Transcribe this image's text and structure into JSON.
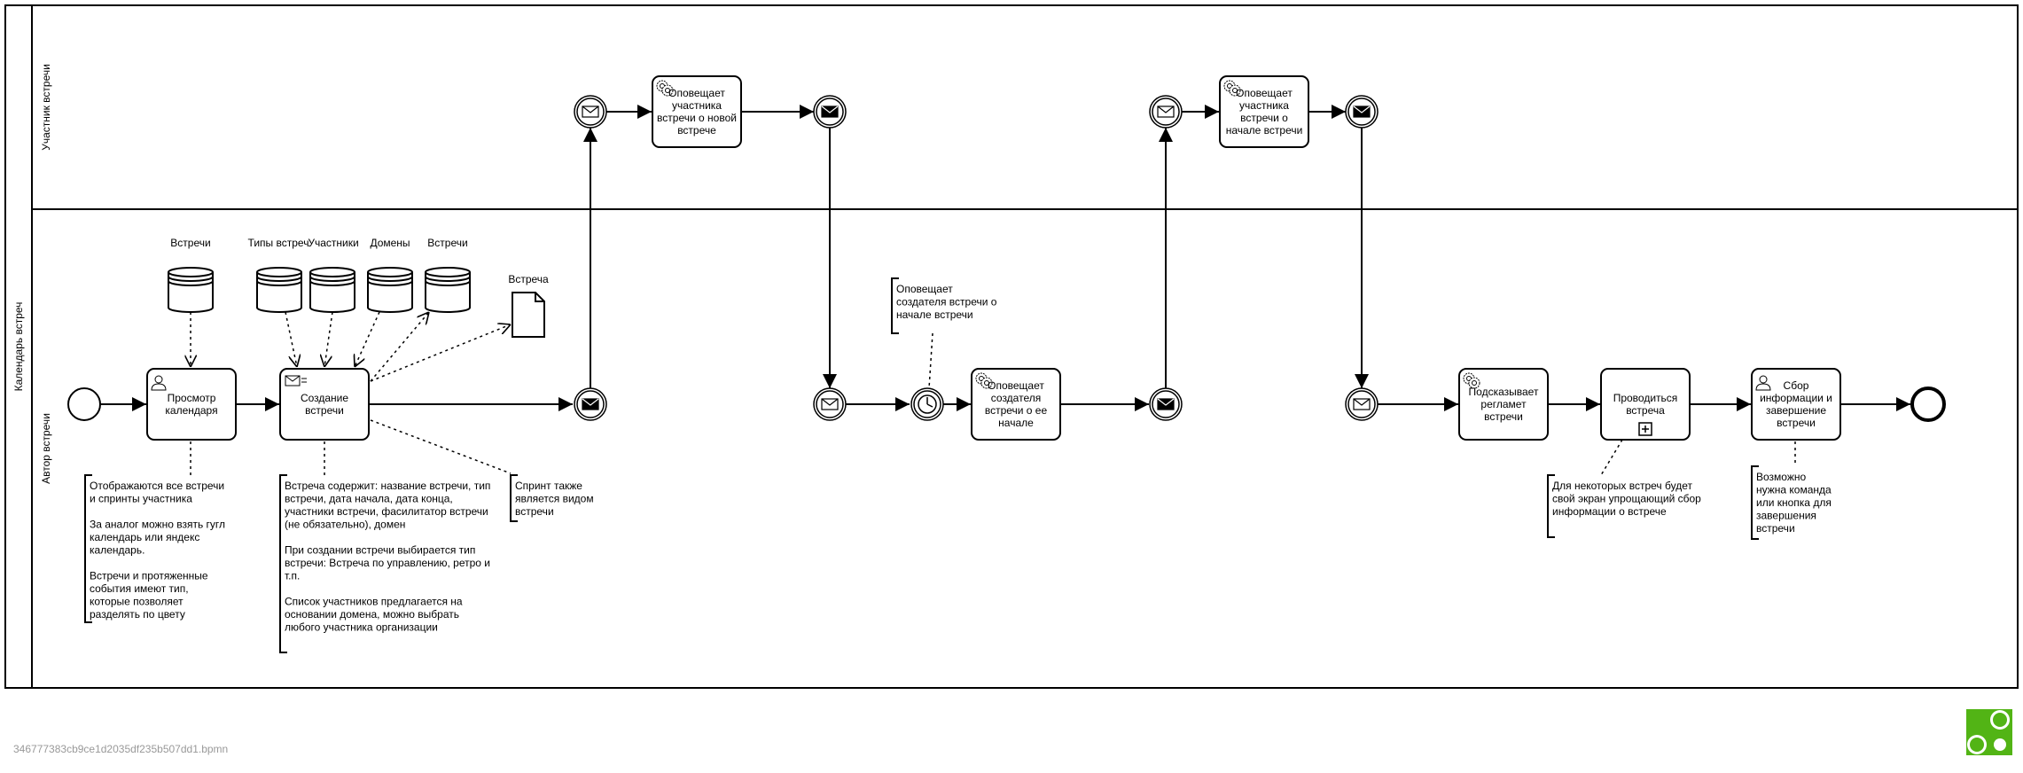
{
  "pool": {
    "label": "Календарь встреч"
  },
  "lanes": [
    {
      "label": "Участник встречи"
    },
    {
      "label": "Автор встречи"
    }
  ],
  "tasks": [
    {
      "lines": [
        "Просмотр",
        "календаря"
      ],
      "icon": "user-task-icon"
    },
    {
      "lines": [
        "Создание",
        "встречи"
      ],
      "icon": "send-task-icon"
    },
    {
      "lines": [
        "Оповещает",
        "участника",
        "встречи о новой",
        "встрече"
      ],
      "icon": "service-task-icon"
    },
    {
      "lines": [
        "Оповещает",
        "участника",
        "встречи о",
        "начале встречи"
      ],
      "icon": "service-task-icon"
    },
    {
      "lines": [
        "Оповещает",
        "создателя",
        "встречи о ее",
        "начале"
      ],
      "icon": "service-task-icon"
    },
    {
      "lines": [
        "Подсказывает",
        "регламет",
        "встречи"
      ],
      "icon": "service-task-icon"
    },
    {
      "lines": [
        "Проводиться",
        "встреча"
      ],
      "icon": "subprocess-marker-icon"
    },
    {
      "lines": [
        "Сбор",
        "информации и",
        "завершение",
        "встречи"
      ],
      "icon": "user-task-icon"
    }
  ],
  "data_stores": [
    {
      "label": "Встречи"
    },
    {
      "label": "Типы встреч"
    },
    {
      "label": "Участники"
    },
    {
      "label": "Домены"
    },
    {
      "label": "Встречи"
    }
  ],
  "data_object": {
    "label": "Встреча"
  },
  "annotations": [
    {
      "lines": [
        "Отображаются все встречи",
        "и спринты участника",
        "",
        "За аналог можно взять гугл",
        "календарь или яндекс",
        "календарь.",
        "",
        "Встречи и протяженные",
        "события имеют тип,",
        "которые позволяет",
        "разделять по цвету"
      ]
    },
    {
      "lines": [
        "Встреча содержит: название встречи, тип",
        "встречи, дата начала, дата конца,",
        "участники встречи, фасилитатор встречи",
        "(не обязательно), домен",
        "",
        "При создании встречи выбирается тип",
        "встречи: Встреча по управлению, ретро и",
        "т.п.",
        "",
        "Список участников предлагается на",
        "основании домена, можно выбрать",
        "любого участника организации"
      ]
    },
    {
      "lines": [
        "Спринт также",
        "является видом",
        "встречи"
      ]
    },
    {
      "lines": [
        "Оповещает",
        "создателя встречи о",
        "начале встречи"
      ]
    },
    {
      "lines": [
        "Для некоторых встреч будет",
        "свой экран упрощающий сбор",
        "информации о встрече"
      ]
    },
    {
      "lines": [
        "Возможно",
        "нужна команда",
        "или кнопка для",
        "завершения",
        "встречи"
      ]
    }
  ],
  "footer": {
    "diagram_id": "346777383cb9ce1d2035df235b507dd1.bpmn"
  },
  "colors": {
    "stroke": "#000000",
    "logo": "#52b415",
    "footer_text": "#999999"
  }
}
